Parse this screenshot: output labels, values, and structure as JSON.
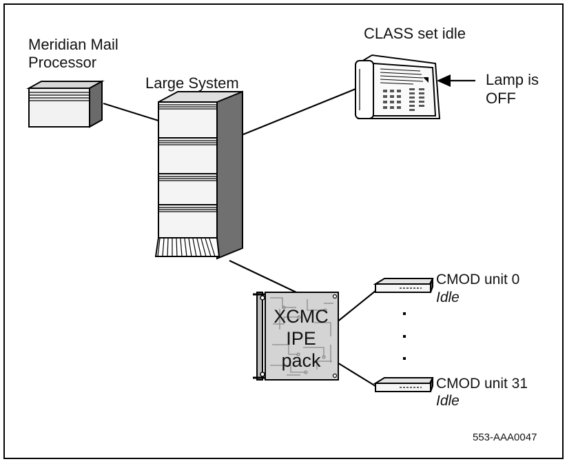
{
  "diagram": {
    "mail_processor": {
      "line1": "Meridian Mail",
      "line2": "Processor"
    },
    "large_system": "Large System",
    "class_set": "CLASS set idle",
    "lamp": {
      "line1": "Lamp is",
      "line2": "OFF"
    },
    "xcmc_pack": {
      "line1": "XCMC",
      "line2": "IPE",
      "line3": "pack"
    },
    "cmod_units": [
      {
        "name": "CMOD unit 0",
        "status": "Idle"
      },
      {
        "name": "CMOD unit 31",
        "status": "Idle"
      }
    ],
    "figure_id": "553-AAA0047"
  }
}
